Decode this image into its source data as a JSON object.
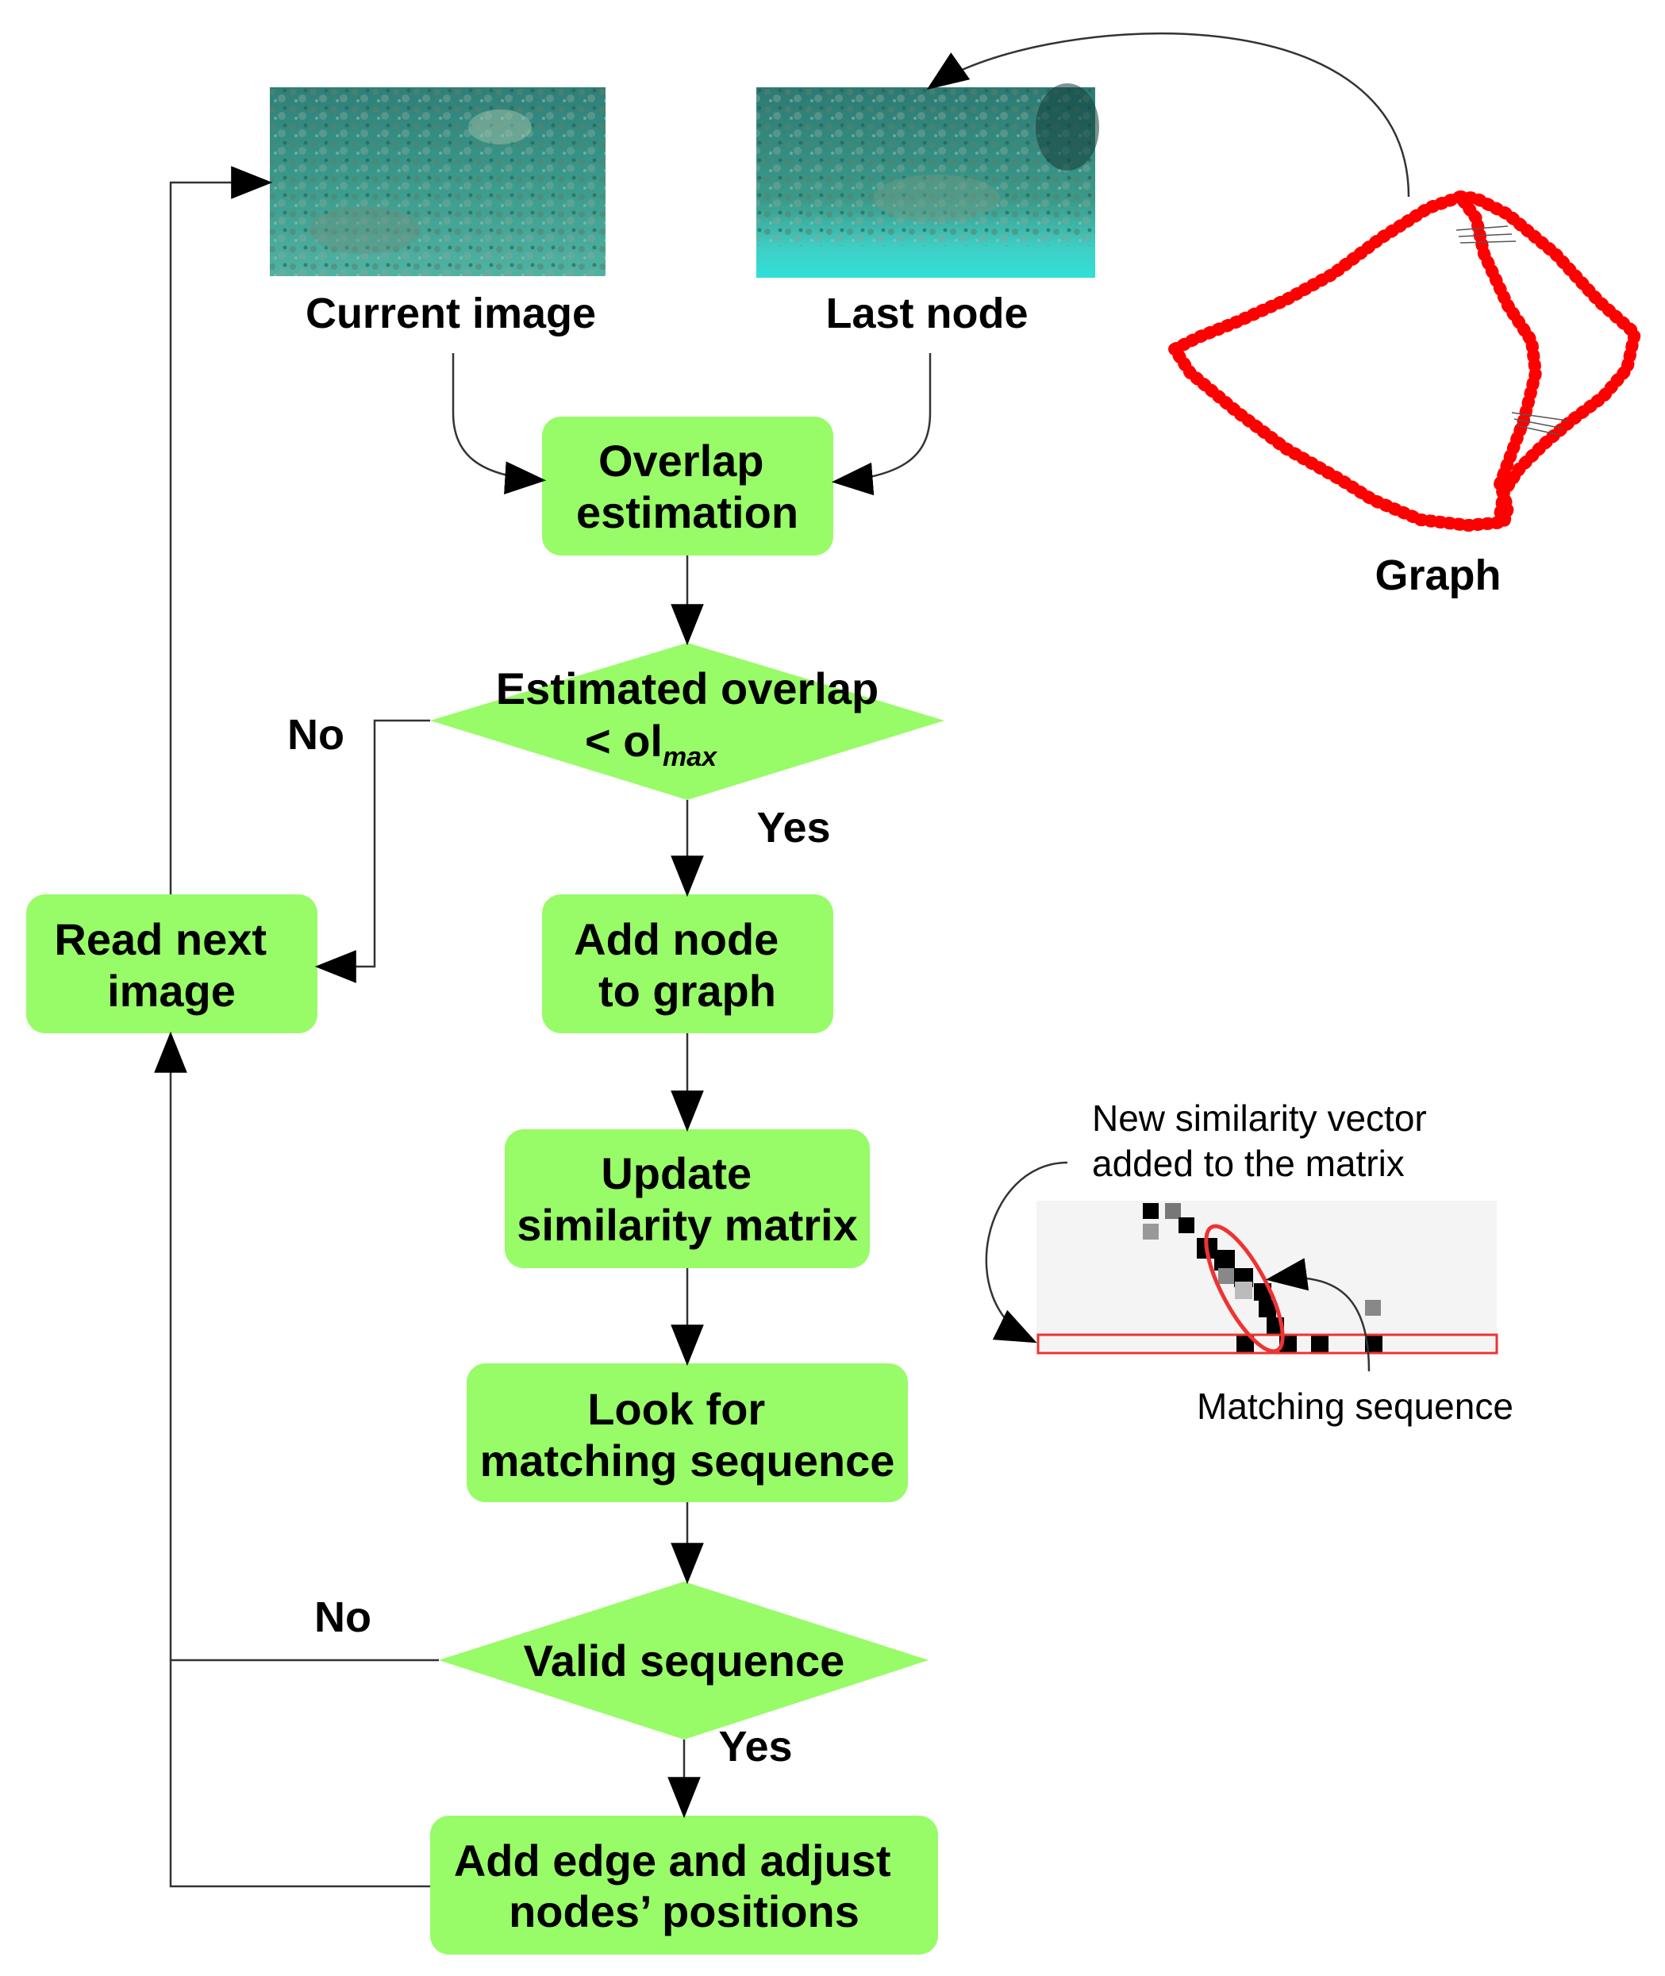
{
  "top": {
    "current_image_label": "Current image",
    "last_node_label": "Last node",
    "graph_label": "Graph"
  },
  "nodes": {
    "overlap_estimation": [
      "Overlap",
      "estimation"
    ],
    "decision_overlap": [
      "Estimated overlap",
      "< ol",
      "max"
    ],
    "add_node": [
      "Add node",
      "to graph"
    ],
    "read_next": [
      "Read next",
      "image"
    ],
    "update_matrix": [
      "Update",
      "similarity matrix"
    ],
    "look_for": [
      "Look for",
      "matching sequence"
    ],
    "decision_valid": [
      "Valid sequence"
    ],
    "add_edge": [
      "Add edge and adjust",
      "nodes’ positions"
    ]
  },
  "edge_labels": {
    "no_1": "No",
    "yes_1": "Yes",
    "no_2": "No",
    "yes_2": "Yes"
  },
  "annotations": {
    "new_vector": [
      "New similarity vector",
      "added to the matrix"
    ],
    "matching_sequence": "Matching sequence"
  },
  "colors": {
    "box_fill": "#98FB68",
    "graph_red": "#FF0000",
    "water_teal": "#3DA9A0"
  }
}
